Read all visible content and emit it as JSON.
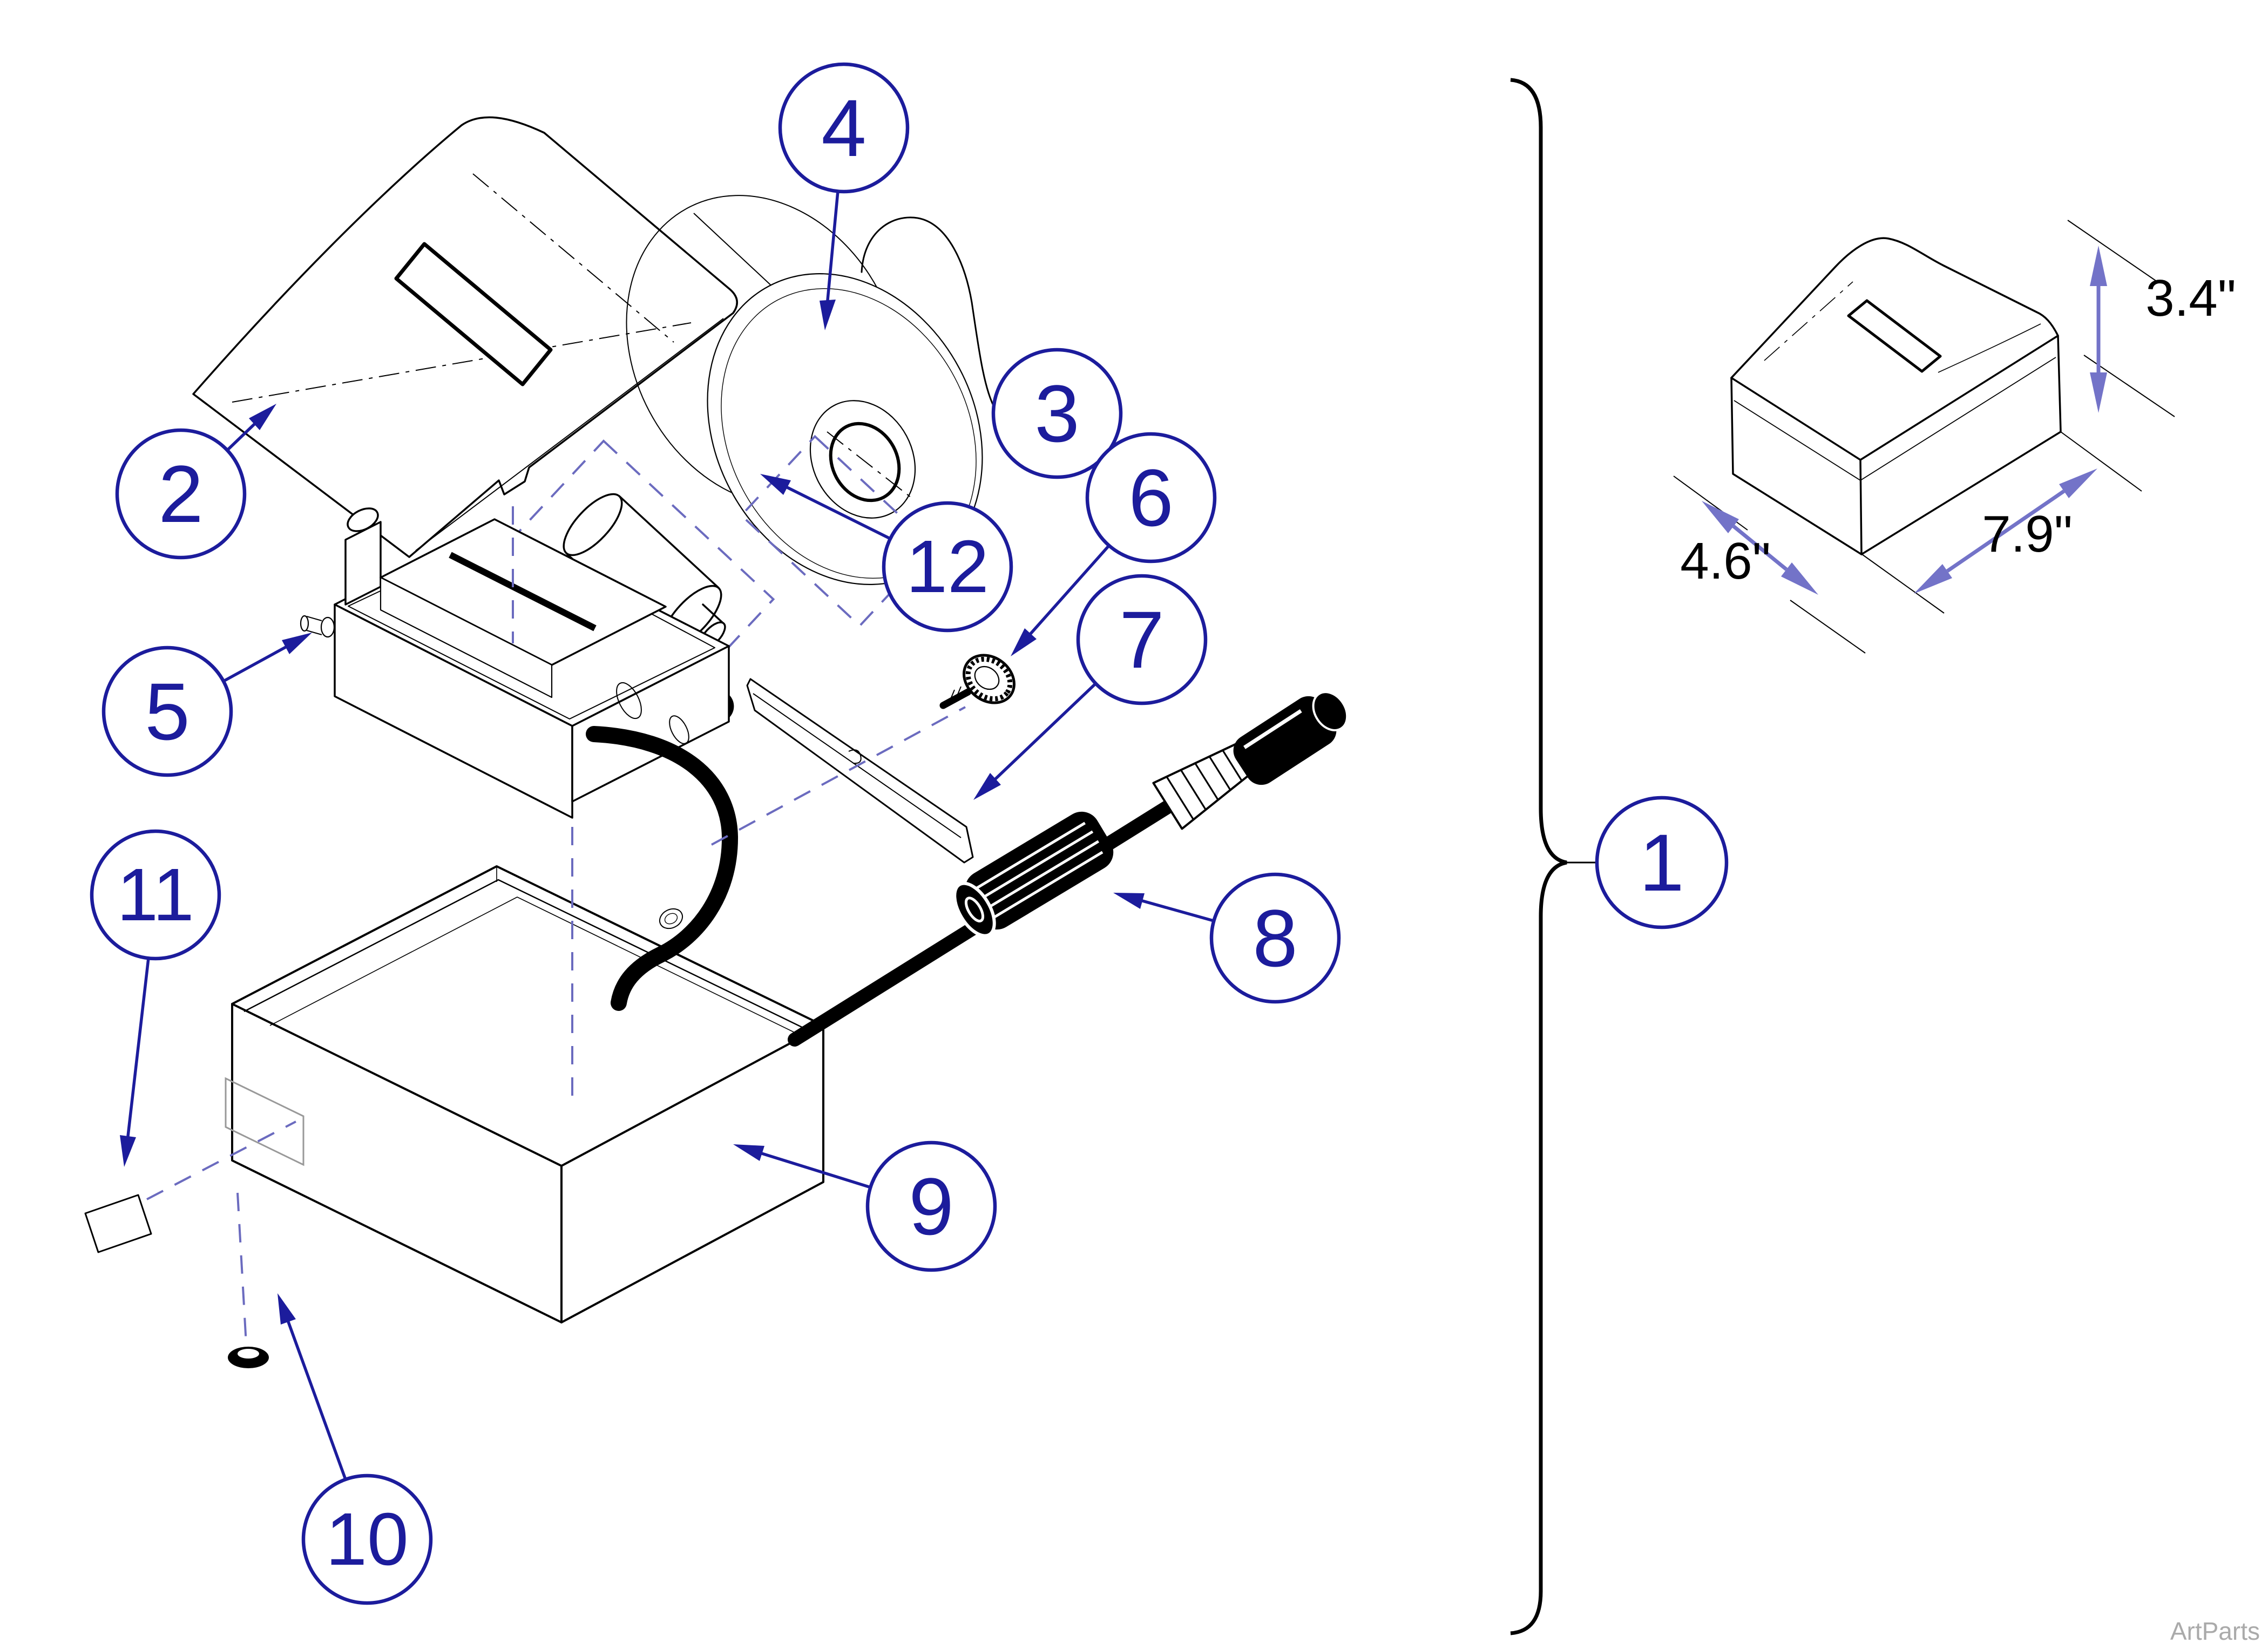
{
  "diagram": {
    "type": "exploded-parts-diagram",
    "watermark": "ArtParts",
    "callouts": {
      "c1": {
        "label": "1"
      },
      "c2": {
        "label": "2"
      },
      "c3": {
        "label": "3"
      },
      "c4": {
        "label": "4"
      },
      "c5": {
        "label": "5"
      },
      "c6": {
        "label": "6"
      },
      "c7": {
        "label": "7"
      },
      "c8": {
        "label": "8"
      },
      "c9": {
        "label": "9"
      },
      "c10": {
        "label": "10"
      },
      "c11": {
        "label": "11"
      },
      "c12": {
        "label": "12"
      }
    },
    "dimensions": {
      "height_label": "3.4\"",
      "depth_label": "4.6\"",
      "width_label": "7.9\""
    },
    "colors": {
      "line": "#000000",
      "callout": "#1c1c9c",
      "guide_dash": "#6b6bbf",
      "dimension_arrow": "#7373c8",
      "watermark_text": "#aaaaaa"
    }
  }
}
